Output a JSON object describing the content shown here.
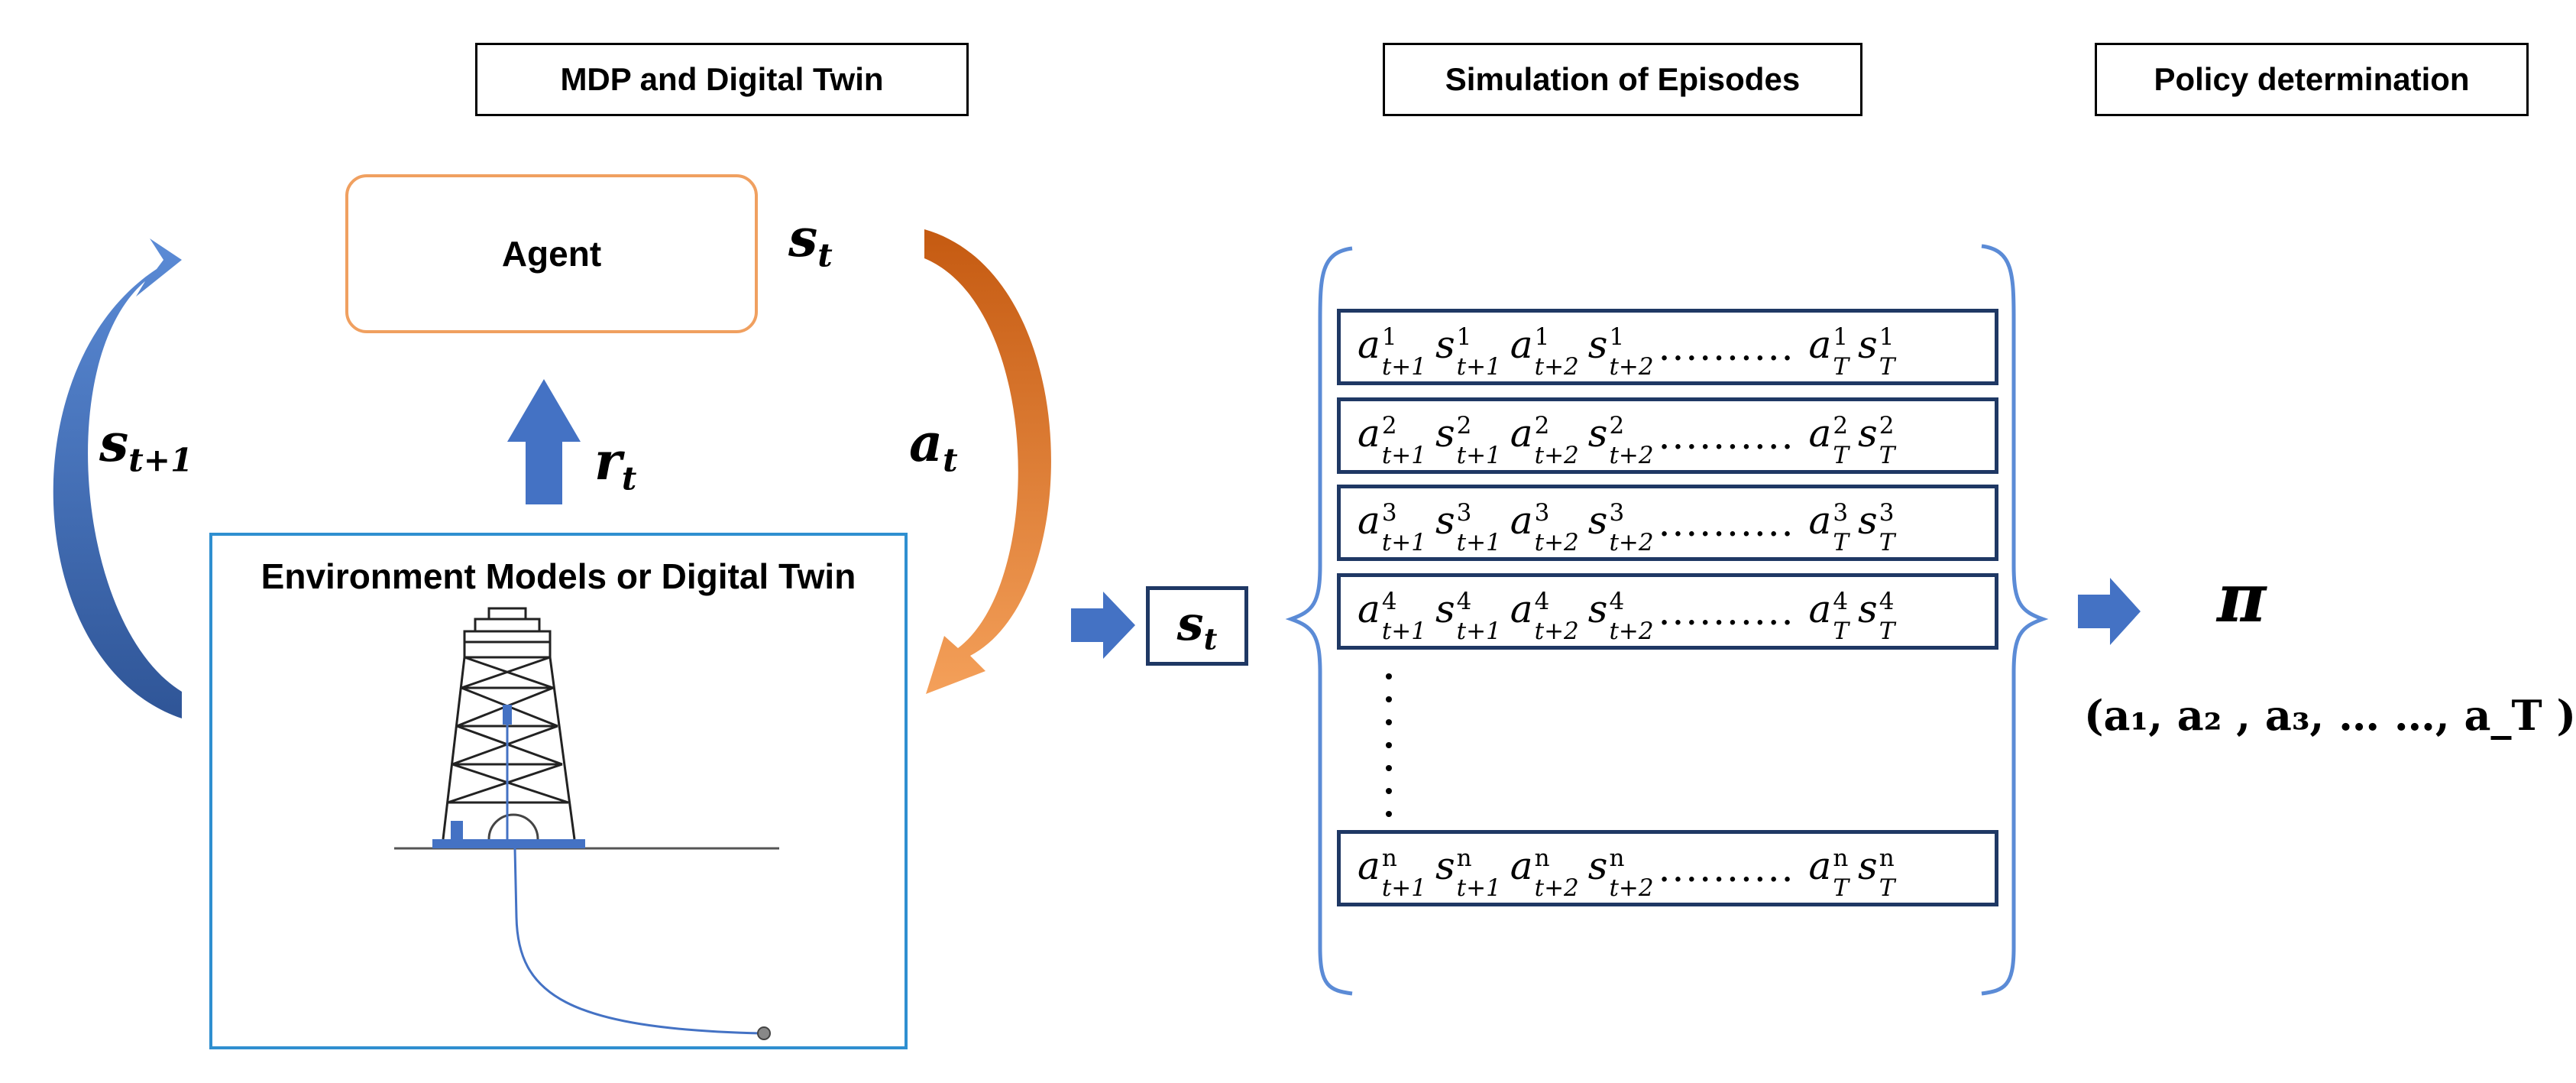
{
  "sections": {
    "mdp": "MDP and Digital Twin",
    "simulation": "Simulation of Episodes",
    "policy": "Policy determination"
  },
  "agent_label": "Agent",
  "environment_label": "Environment Models or Digital Twin",
  "symbols": {
    "state_base": "s",
    "state_sub": "t",
    "next_state_base": "s",
    "next_state_sub": "t+1",
    "action_base": "a",
    "action_sub": "t",
    "reward_base": "r",
    "reward_sub": "t",
    "policy": "π",
    "policy_sequence": "(a₁, a₂ , a₃, … …, a_T )"
  },
  "episodes": [
    {
      "index": "1",
      "a1_sub": "t+1",
      "s1_sub": "t+1",
      "a2_sub": "t+2",
      "s2_sub": "t+2",
      "dots": "..........",
      "last_sub": "T"
    },
    {
      "index": "2",
      "a1_sub": "t+1",
      "s1_sub": "t+1",
      "a2_sub": "t+2",
      "s2_sub": "t+2",
      "dots": "..........",
      "last_sub": "T"
    },
    {
      "index": "3",
      "a1_sub": "t+1",
      "s1_sub": "t+1",
      "a2_sub": "t+2",
      "s2_sub": "t+2",
      "dots": "..........",
      "last_sub": "T"
    },
    {
      "index": "4",
      "a1_sub": "t+1",
      "s1_sub": "t+1",
      "a2_sub": "t+2",
      "s2_sub": "t+2",
      "dots": "..........",
      "last_sub": "T"
    },
    {
      "index": "n",
      "a1_sub": "t+1",
      "s1_sub": "t+1",
      "a2_sub": "t+2",
      "s2_sub": "t+2",
      "dots": "..........",
      "last_sub": "T"
    }
  ],
  "colors": {
    "blue_arrow": "#4472C4",
    "orange_arrow": "#ED7D31",
    "agent_border": "#F0A060",
    "env_border": "#2F8FD0",
    "episode_border": "#1F3864",
    "brace": "#5B8BD6"
  }
}
